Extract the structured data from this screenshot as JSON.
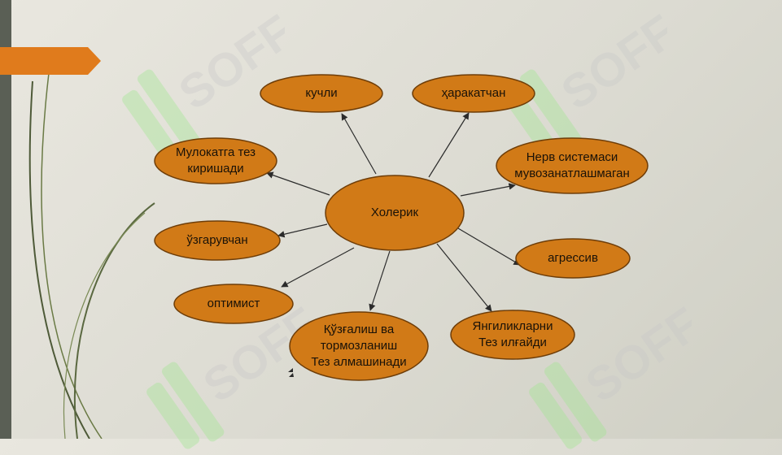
{
  "diagram": {
    "center": {
      "label": "Холерик"
    },
    "nodes": [
      {
        "label": "кучли"
      },
      {
        "label": "ҳаракатчан"
      },
      {
        "label": "Мулокатга тез\nкиришади"
      },
      {
        "label": "Нерв системаси\nмувозанатлашмаган"
      },
      {
        "label": "ўзгарувчан"
      },
      {
        "label": "агрессив"
      },
      {
        "label": "оптимист"
      },
      {
        "label": "Қўзғалиш ва\nтормозланиш\nТез алмашинади"
      },
      {
        "label": "Янгиликларни\nТез илғайди"
      }
    ]
  },
  "colors": {
    "node_fill": "#d17a17",
    "node_stroke": "#6e3d08",
    "accent": "#e07b1c",
    "arrow": "#2b2b2b"
  },
  "watermark": {
    "text": "SOFF"
  }
}
